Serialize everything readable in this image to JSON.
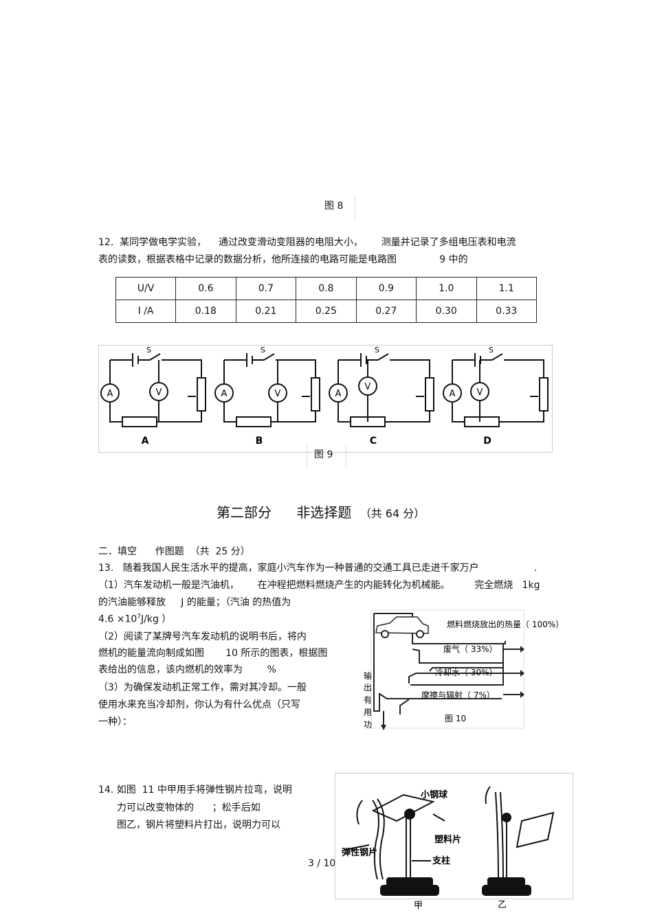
{
  "fig8_caption": "图 8",
  "q12": {
    "line1": "12.  某同学做电学实验，    通过改变滑动变阻器的电阻大小，      测量并记录了多组电压表和电流",
    "line2": "表的读数，根据表格中记录的数据分析，他所连接的电路可能是电路图              9 中的",
    "table": {
      "rows": [
        {
          "header": "U/V",
          "values": [
            "0.6",
            "0.7",
            "0.8",
            "0.9",
            "1.0",
            "1.1"
          ]
        },
        {
          "header": "I /A",
          "values": [
            "0.18",
            "0.21",
            "0.25",
            "0.27",
            "0.30",
            "0.33"
          ]
        }
      ]
    },
    "circuit_labels": [
      "A",
      "B",
      "C",
      "D"
    ],
    "switch_label": "S",
    "ammeter": "A",
    "voltmeter": "V",
    "fig9_caption": "图 9"
  },
  "part2": {
    "title": "第二部分",
    "subtitle": "非选择题",
    "score": "（共 64 分）"
  },
  "section2": "二．填空      作图题  （共  25 分）",
  "q13": {
    "lines": [
      "13.   随着我国人民生活水平的提高，家庭小汽车作为一种普通的交通工具已走进千家万户                  .",
      "（1）汽车发动机一般是汽油机，      在冲程把燃料燃烧产生的内能转化为机械能。        完全燃烧   1kg",
      "的汽油能够释放     J 的能量；（汽油 的热值为",
      "4.6 ×10",
      "（2）阅读了某牌号汽车发动机的说明书后，将内",
      "燃机的能量流向制成如图       10 所示的图表，根据图",
      "表给出的信息，该内燃机的效率为        %",
      "（3）为确保发动机正常工作，需对其冷却。一般",
      "使用水来充当冷却剂，你认为有什么优点（只写",
      "一种）："
    ],
    "exp": "7",
    "unit": "J/kg ）",
    "fig10": {
      "total": "燃料燃烧放出的热量（    100%）",
      "exhaust": "废气（ 33%）",
      "cooling": "冷却水（ 30%）",
      "friction": "摩擦与辐射（  7%）",
      "output": [
        "输",
        "出",
        "有",
        "用",
        "功"
      ],
      "caption": "图 10"
    }
  },
  "q14": {
    "lines": [
      "14. 如图  11 中甲用手将弹性钢片拉弯，说明",
      "力可以改变物体的      ；松手后如",
      "图乙，钢片将塑料片打出，说明力可以"
    ],
    "fig11": {
      "ball": "小钢球",
      "plastic": "塑料片",
      "steel": "弹性钢片",
      "pillar": "支柱",
      "jia": "甲",
      "yi": "乙"
    }
  },
  "page_number": "3 / 10"
}
